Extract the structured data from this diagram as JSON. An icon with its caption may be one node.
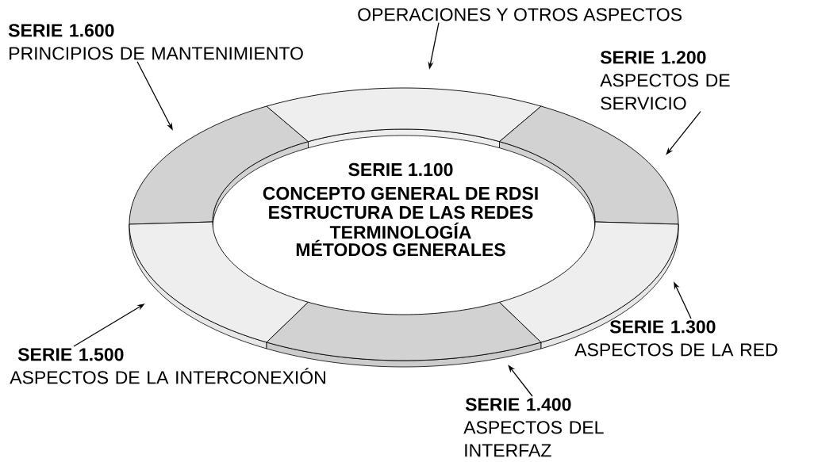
{
  "diagram": {
    "nodes": [
      {
        "text": [],
        "shape": "band"
      },
      {
        "text": [],
        "shape": "band"
      },
      {
        "text": [],
        "shape": "band"
      },
      {
        "text": [],
        "shape": "band"
      },
      {
        "text": [],
        "shape": "band"
      },
      {
        "text": [],
        "shape": "band"
      },
      {
        "text": [
          "SERIE 1.100",
          "CONCEPTO GENERAL DE RDSI",
          "ESTRUCTURA DE LAS REDES",
          "TERMINOLOGÍA",
          "MÉTODOS GENERALES"
        ]
      },
      {
        "text": [
          "OPERACIONES Y OTROS ASPECTOS"
        ]
      },
      {
        "text": [
          "SERIE 1.600",
          "PRINCIPIOS DE MANTENIMIENTO"
        ]
      },
      {
        "text": [
          "SERIE 1.200",
          "ASPECTOS DE SERVICIO"
        ]
      },
      {
        "text": [
          "SERIE 1.300",
          "ASPECTOS DE LA RED"
        ]
      },
      {
        "text": [
          "SERIE 1.500",
          "ASPECTOS DE LA INTERCONEXIÓN"
        ]
      },
      {
        "text": [
          "SERIE 1.400",
          "ASPECTOS DEL INTERFAZ"
        ]
      }
    ],
    "edges": [
      {
        "from": 7,
        "to": 1,
        "arrow": "to"
      },
      {
        "from": 8,
        "to": 0,
        "arrow": "to"
      },
      {
        "from": 9,
        "to": 2,
        "arrow": "to"
      },
      {
        "from": 10,
        "to": 5,
        "arrow": "to"
      },
      {
        "from": 11,
        "to": 3,
        "arrow": "to"
      },
      {
        "from": 12,
        "to": 4,
        "arrow": "to"
      }
    ]
  }
}
